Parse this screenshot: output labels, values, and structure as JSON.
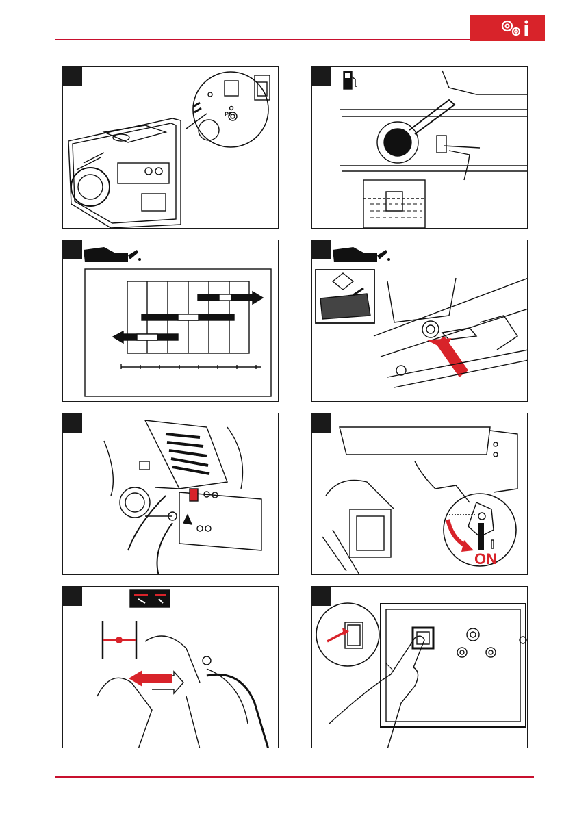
{
  "header": {
    "badge_icons": [
      "gears-icon",
      "info-icon"
    ],
    "accent_color": "#d8232a"
  },
  "panels": [
    {
      "id": 1,
      "subject": "generator-overview",
      "label_pe": "PE"
    },
    {
      "id": 2,
      "subject": "fuel-tank-filling",
      "icon": "fuel-pump-icon"
    },
    {
      "id": 3,
      "subject": "oil-viscosity-chart",
      "icon": "oil-can-icon"
    },
    {
      "id": 4,
      "subject": "oil-filling",
      "icon": "oil-can-icon"
    },
    {
      "id": 5,
      "subject": "battery-connection"
    },
    {
      "id": 6,
      "subject": "fuel-valve",
      "label_on": "ON",
      "label_i": "I"
    },
    {
      "id": 7,
      "subject": "choke-lever"
    },
    {
      "id": 8,
      "subject": "power-switch"
    }
  ]
}
